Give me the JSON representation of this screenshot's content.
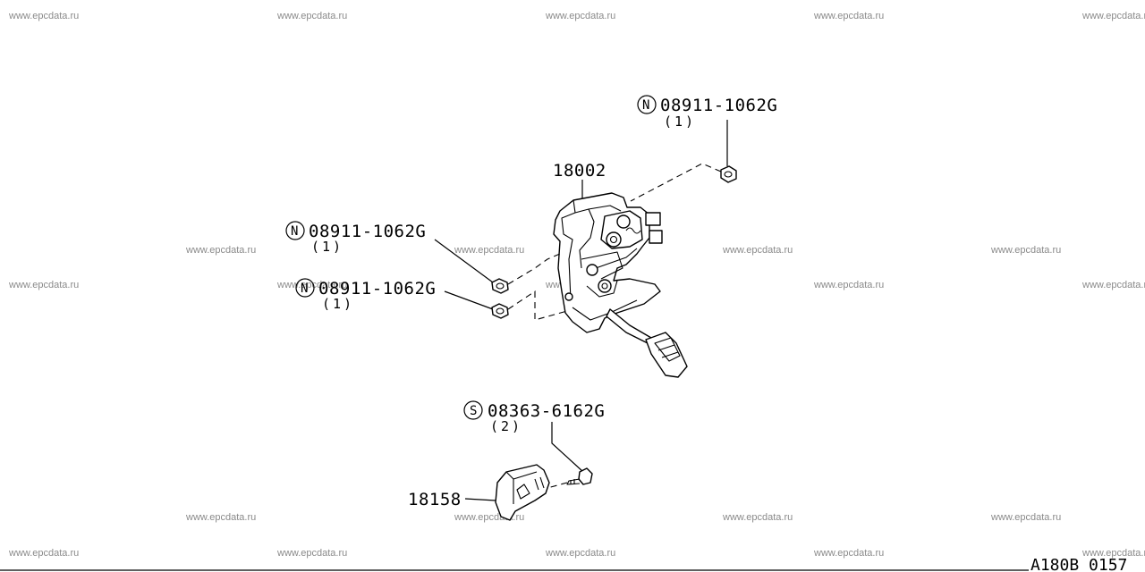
{
  "watermark": "www.epcdata.ru",
  "parts": {
    "pedal_assembly": {
      "number": "18002"
    },
    "nut_top": {
      "symbol": "N",
      "number": "08911-1062G",
      "qty": "(1)"
    },
    "nut_mid": {
      "symbol": "N",
      "number": "08911-1062G",
      "qty": "(1)"
    },
    "nut_low": {
      "symbol": "N",
      "number": "08911-1062G",
      "qty": "(1)"
    },
    "screw": {
      "symbol": "S",
      "number": "08363-6162G",
      "qty": "(2)"
    },
    "stopper": {
      "number": "18158"
    }
  },
  "diagram_code": "A180B 0157"
}
